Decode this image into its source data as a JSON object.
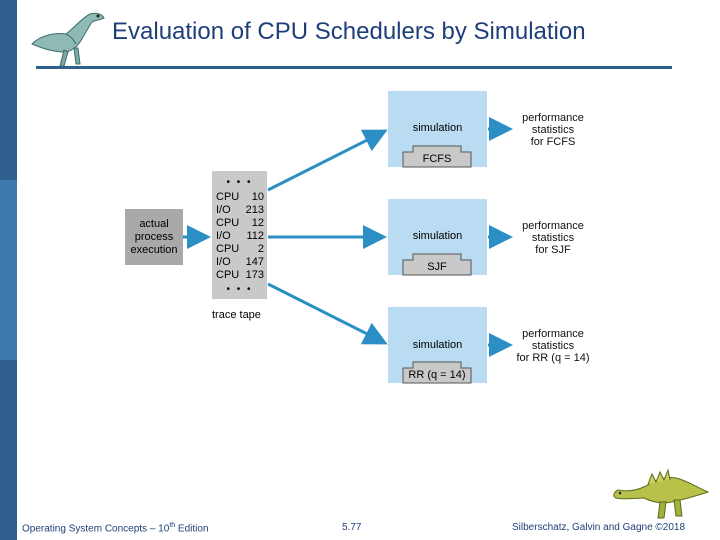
{
  "title": "Evaluation of CPU Schedulers by Simulation",
  "footer": {
    "left_prefix": "Operating System Concepts – 10",
    "left_sup": "th",
    "left_suffix": " Edition",
    "center": "5.77",
    "right": "Silberschatz, Galvin and Gagne ©2018"
  },
  "diagram": {
    "source_box": "actual\nprocess\nexecution",
    "tape_dots": "• • •",
    "tape_rows": [
      {
        "op": "CPU",
        "val": "10"
      },
      {
        "op": "I/O",
        "val": "213"
      },
      {
        "op": "CPU",
        "val": "12"
      },
      {
        "op": "I/O",
        "val": "112"
      },
      {
        "op": "CPU",
        "val": "2"
      },
      {
        "op": "I/O",
        "val": "147"
      },
      {
        "op": "CPU",
        "val": "173"
      }
    ],
    "tape_label": "trace tape",
    "simulations": [
      {
        "sim_label": "simulation",
        "scheduler": "FCFS",
        "stats": "performance\nstatistics\nfor FCFS"
      },
      {
        "sim_label": "simulation",
        "scheduler": "SJF",
        "stats": "performance\nstatistics\nfor SJF"
      },
      {
        "sim_label": "simulation",
        "scheduler": "RR (q = 14)",
        "stats": "performance\nstatistics\nfor RR (q = 14)"
      }
    ]
  },
  "colors": {
    "sidebar": "#2e5f8f",
    "title": "#1f3f7a",
    "sim_box": "#b9dcf2",
    "tape": "#c9c9c9",
    "source_box": "#a9a9a9",
    "arrow": "#2b8fc6"
  },
  "icons": [
    "dinosaur-left-logo",
    "dinosaur-right-logo"
  ]
}
